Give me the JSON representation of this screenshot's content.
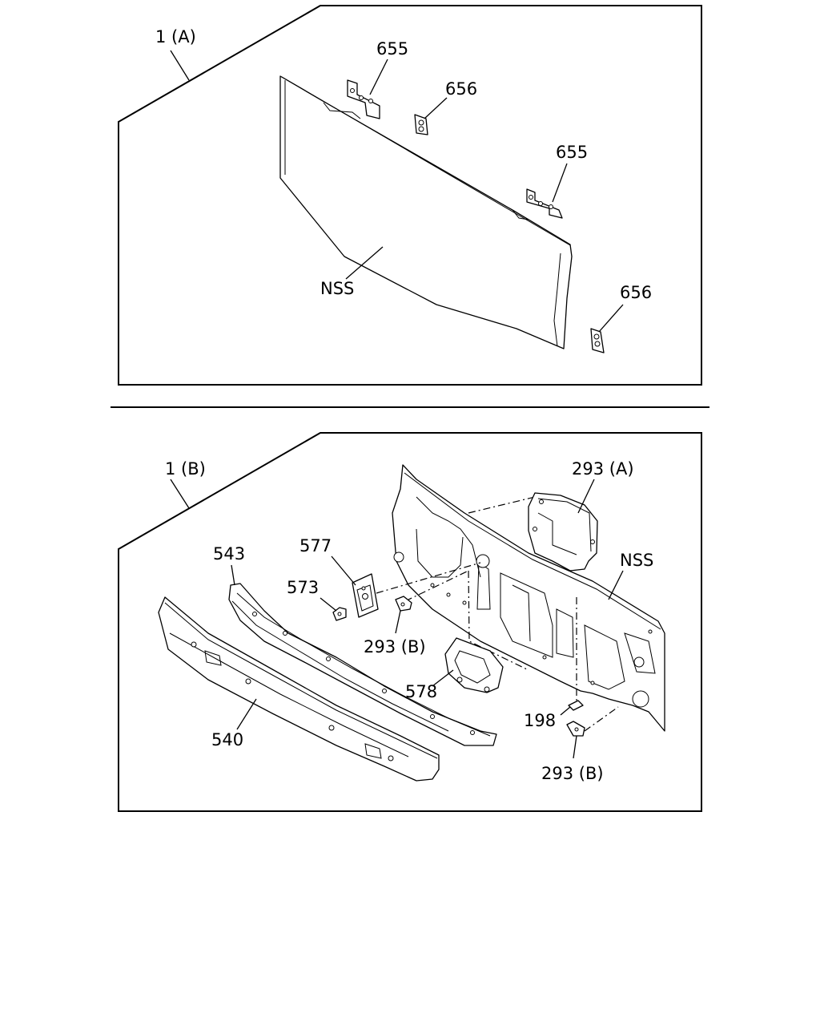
{
  "upper_view": {
    "group_label": "1 (A)",
    "callouts": {
      "bracket_655_top": "655",
      "bracket_656_top": "656",
      "bracket_655_right": "655",
      "panel_nss": "NSS",
      "bracket_656_bottom": "656"
    }
  },
  "lower_view": {
    "group_label": "1 (B)",
    "callouts": {
      "part_543": "543",
      "part_577": "577",
      "part_573": "573",
      "part_293b_left": "293 (B)",
      "part_293a": "293 (A)",
      "panel_nss": "NSS",
      "part_578": "578",
      "part_540": "540",
      "part_198": "198",
      "part_293b_right": "293 (B)"
    }
  }
}
